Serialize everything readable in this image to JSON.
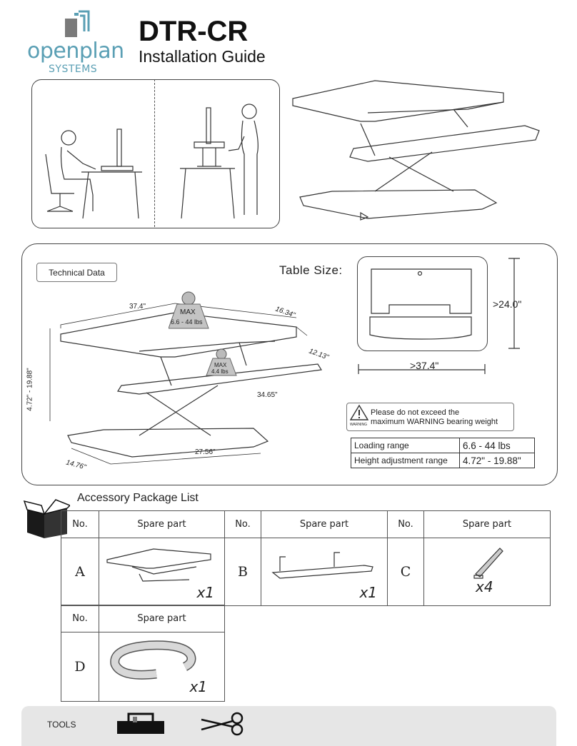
{
  "header": {
    "logo_main": "openplan",
    "logo_sub": "SYSTEMS",
    "title": "DTR-CR",
    "subtitle": "Installation Guide"
  },
  "technical": {
    "label": "Technical Data",
    "table_size_label": "Table Size:",
    "top_depth": ">24.0\"",
    "top_width": ">37.4\"",
    "dims": {
      "width_top": "37.4\"",
      "depth_top": "16.34\"",
      "keyboard_depth": "12.13\"",
      "keyboard_width": "34.65\"",
      "height_range": "4.72\" - 19.88\"",
      "base_width": "27.56\"",
      "base_depth": "14.76\""
    },
    "max_top": {
      "label": "MAX",
      "value": "6.6 - 44 lbs"
    },
    "max_keyboard": {
      "label": "MAX",
      "value": "4.4 lbs"
    },
    "warning": {
      "icon_label": "WARNING",
      "line1": "Please do not exceed the",
      "line2": "maximum WARNING bearing weight"
    },
    "specs": [
      {
        "label": "Loading range",
        "value": "6.6 - 44 lbs"
      },
      {
        "label": "Height adjustment range",
        "value": "4.72\" - 19.88\""
      }
    ]
  },
  "accessories": {
    "title": "Accessory Package List",
    "col_no": "No.",
    "col_part": "Spare part",
    "items": [
      {
        "id": "A",
        "qty": "x1",
        "icon": "desk-riser-image"
      },
      {
        "id": "B",
        "qty": "x1",
        "icon": "keyboard-tray-image"
      },
      {
        "id": "C",
        "qty": "x4",
        "icon": "cable-clip-image"
      },
      {
        "id": "D",
        "qty": "x1",
        "icon": "cable-sleeve-image"
      }
    ]
  },
  "tools": {
    "label": "TOOLS",
    "icons": [
      "toolbox-icon",
      "scissors-icon"
    ]
  }
}
